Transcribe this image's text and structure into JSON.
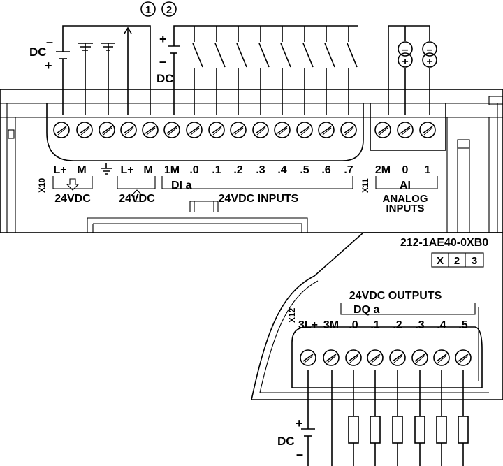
{
  "callouts": [
    "1",
    "2"
  ],
  "top_supply": {
    "label": "DC",
    "minus": "–",
    "plus": "+"
  },
  "input_supply": {
    "label": "DC",
    "minus": "–",
    "plus": "+"
  },
  "analog_source_signs": [
    "–",
    "+"
  ],
  "connector_x10": {
    "id": "X10",
    "terminals": [
      "L+",
      "M",
      "",
      "L+",
      "M"
    ],
    "group_labels": [
      "24VDC",
      "24VDC"
    ],
    "arrows": [
      "down-arrow-icon",
      "up-arrow-icon"
    ]
  },
  "digital_inputs": {
    "group": "DI a",
    "title": "24VDC INPUTS",
    "terminals": [
      "1M",
      ".0",
      ".1",
      ".2",
      ".3",
      ".4",
      ".5",
      ".6",
      ".7"
    ]
  },
  "connector_x11": {
    "id": "X11",
    "group": "AI",
    "title_line1": "ANALOG",
    "title_line2": "INPUTS",
    "terminals": [
      "2M",
      "0",
      "1"
    ]
  },
  "part_number": "212-1AE40-0XB0",
  "version_boxes": [
    "X",
    "2",
    "3"
  ],
  "connector_x12": {
    "id": "X12",
    "title": "24VDC OUTPUTS",
    "group": "DQ a",
    "terminals": [
      "3L+",
      "3M",
      ".0",
      ".1",
      ".2",
      ".3",
      ".4",
      ".5"
    ]
  },
  "output_supply": {
    "label": "DC",
    "plus": "+",
    "minus": "–"
  }
}
